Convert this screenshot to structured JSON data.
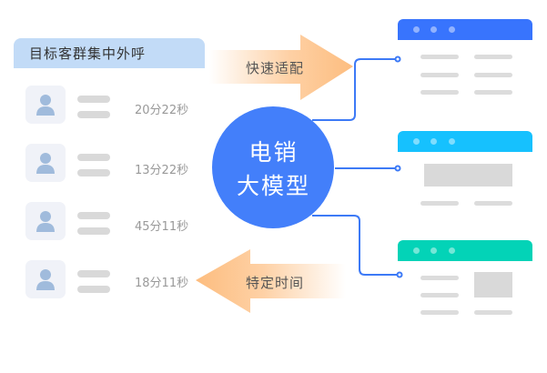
{
  "header": {
    "title": "目标客群集中外呼"
  },
  "rows": [
    {
      "time": "20分22秒"
    },
    {
      "time": "13分22秒"
    },
    {
      "time": "45分11秒"
    },
    {
      "time": "18分11秒"
    }
  ],
  "arrows": {
    "right_label": "快速适配",
    "left_label": "特定时间"
  },
  "center": {
    "line1": "电销",
    "line2": "大模型"
  },
  "colors": {
    "card1": "#3874fd",
    "card2": "#16c1fe",
    "card3": "#03d3b7",
    "circle": "#437ffa",
    "arrow": "#fdbd7f",
    "connector": "#3d7af6"
  }
}
